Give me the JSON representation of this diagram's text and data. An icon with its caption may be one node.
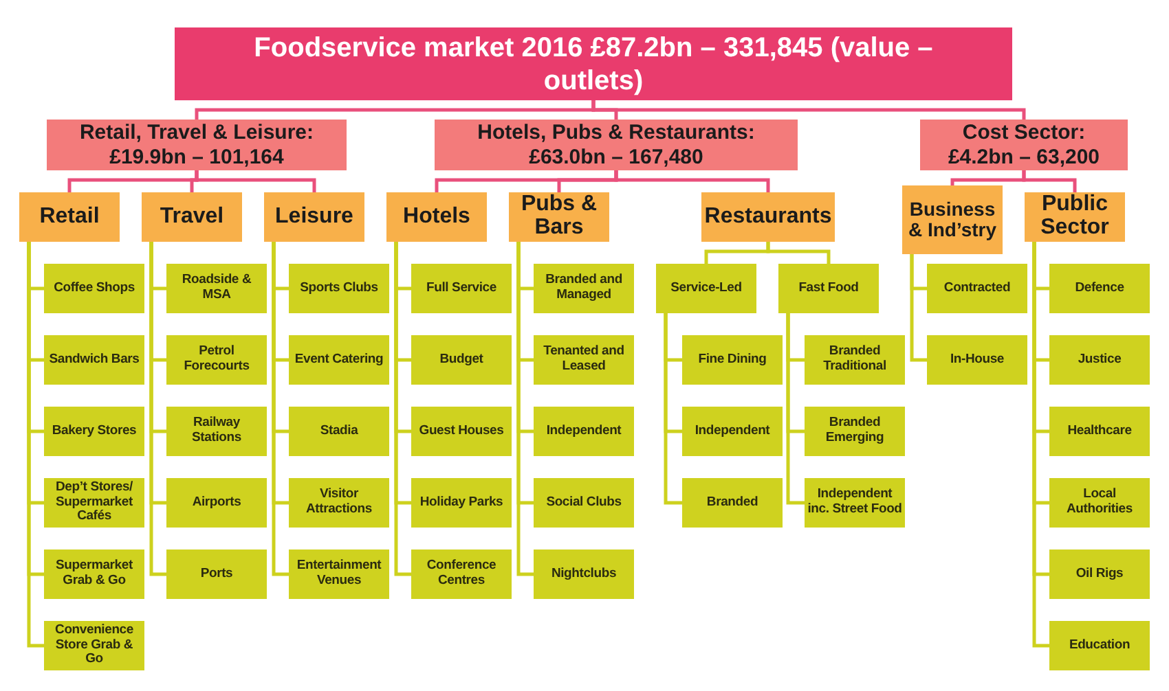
{
  "diagram": {
    "nodes": [
      {
        "text": [
          "Foodservice market 2016 £87.2bn – 331,845 (value – outlets)"
        ]
      },
      {
        "text": [
          "Retail, Travel & Leisure: £19.9bn – 101,164"
        ]
      },
      {
        "text": [
          "Hotels, Pubs & Restaurants: £63.0bn – 167,480"
        ]
      },
      {
        "text": [
          "Cost Sector: £4.2bn – 63,200"
        ]
      },
      {
        "text": [
          "Retail"
        ]
      },
      {
        "text": [
          "Travel"
        ]
      },
      {
        "text": [
          "Leisure"
        ]
      },
      {
        "text": [
          "Hotels"
        ]
      },
      {
        "text": [
          "Pubs & Bars"
        ]
      },
      {
        "text": [
          "Restaurants"
        ]
      },
      {
        "text": [
          "Business & Ind’stry"
        ]
      },
      {
        "text": [
          "Public Sector"
        ]
      },
      {
        "text": [
          "Coffee Shops"
        ]
      },
      {
        "text": [
          "Sandwich Bars"
        ]
      },
      {
        "text": [
          "Bakery Stores"
        ]
      },
      {
        "text": [
          "Dep’t Stores/ Supermarket Cafés"
        ]
      },
      {
        "text": [
          "Supermarket Grab & Go"
        ]
      },
      {
        "text": [
          "Convenience Store Grab & Go"
        ]
      },
      {
        "text": [
          "Roadside & MSA"
        ]
      },
      {
        "text": [
          "Petrol Forecourts"
        ]
      },
      {
        "text": [
          "Railway Stations"
        ]
      },
      {
        "text": [
          "Airports"
        ]
      },
      {
        "text": [
          "Ports"
        ]
      },
      {
        "text": [
          "Sports Clubs"
        ]
      },
      {
        "text": [
          "Event Catering"
        ]
      },
      {
        "text": [
          "Stadia"
        ]
      },
      {
        "text": [
          "Visitor Attractions"
        ]
      },
      {
        "text": [
          "Entertainment Venues"
        ]
      },
      {
        "text": [
          "Full Service"
        ]
      },
      {
        "text": [
          "Budget"
        ]
      },
      {
        "text": [
          "Guest Houses"
        ]
      },
      {
        "text": [
          "Holiday Parks"
        ]
      },
      {
        "text": [
          "Conference Centres"
        ]
      },
      {
        "text": [
          "Branded and Managed"
        ]
      },
      {
        "text": [
          "Tenanted and Leased"
        ]
      },
      {
        "text": [
          "Independent"
        ]
      },
      {
        "text": [
          "Social Clubs"
        ]
      },
      {
        "text": [
          "Nightclubs"
        ]
      },
      {
        "text": [
          "Service-Led"
        ]
      },
      {
        "text": [
          "Fast Food"
        ]
      },
      {
        "text": [
          "Fine Dining"
        ]
      },
      {
        "text": [
          "Independent"
        ]
      },
      {
        "text": [
          "Branded"
        ]
      },
      {
        "text": [
          "Branded Traditional"
        ]
      },
      {
        "text": [
          "Branded Emerging"
        ]
      },
      {
        "text": [
          "Independent inc. Street Food"
        ]
      },
      {
        "text": [
          "Contracted"
        ]
      },
      {
        "text": [
          "In-House"
        ]
      },
      {
        "text": [
          "Defence"
        ]
      },
      {
        "text": [
          "Justice"
        ]
      },
      {
        "text": [
          "Healthcare"
        ]
      },
      {
        "text": [
          "Local Authorities"
        ]
      },
      {
        "text": [
          "Oil Rigs"
        ]
      },
      {
        "text": [
          "Education"
        ]
      }
    ],
    "edges": [
      {
        "from": 0,
        "to": 1,
        "arrow": "none",
        "color": "#e9507c"
      },
      {
        "from": 0,
        "to": 2,
        "arrow": "none",
        "color": "#e9507c"
      },
      {
        "from": 0,
        "to": 3,
        "arrow": "none",
        "color": "#e9507c"
      },
      {
        "from": 1,
        "to": 4,
        "arrow": "none",
        "color": "#e9507c"
      },
      {
        "from": 1,
        "to": 5,
        "arrow": "none",
        "color": "#e9507c"
      },
      {
        "from": 1,
        "to": 6,
        "arrow": "none",
        "color": "#e9507c"
      },
      {
        "from": 2,
        "to": 7,
        "arrow": "none",
        "color": "#e9507c"
      },
      {
        "from": 2,
        "to": 8,
        "arrow": "none",
        "color": "#e9507c"
      },
      {
        "from": 2,
        "to": 9,
        "arrow": "none",
        "color": "#e9507c"
      },
      {
        "from": 3,
        "to": 10,
        "arrow": "none",
        "color": "#e9507c"
      },
      {
        "from": 3,
        "to": 11,
        "arrow": "none",
        "color": "#e9507c"
      },
      {
        "from": 4,
        "to": 12,
        "arrow": "none"
      },
      {
        "from": 4,
        "to": 13,
        "arrow": "none"
      },
      {
        "from": 4,
        "to": 14,
        "arrow": "none"
      },
      {
        "from": 4,
        "to": 15,
        "arrow": "none"
      },
      {
        "from": 4,
        "to": 16,
        "arrow": "none"
      },
      {
        "from": 4,
        "to": 17,
        "arrow": "none"
      },
      {
        "from": 5,
        "to": 18,
        "arrow": "none"
      },
      {
        "from": 5,
        "to": 19,
        "arrow": "none"
      },
      {
        "from": 5,
        "to": 20,
        "arrow": "none"
      },
      {
        "from": 5,
        "to": 21,
        "arrow": "none"
      },
      {
        "from": 5,
        "to": 22,
        "arrow": "none"
      },
      {
        "from": 6,
        "to": 23,
        "arrow": "none"
      },
      {
        "from": 6,
        "to": 24,
        "arrow": "none"
      },
      {
        "from": 6,
        "to": 25,
        "arrow": "none"
      },
      {
        "from": 6,
        "to": 26,
        "arrow": "none"
      },
      {
        "from": 6,
        "to": 27,
        "arrow": "none"
      },
      {
        "from": 7,
        "to": 28,
        "arrow": "none"
      },
      {
        "from": 7,
        "to": 29,
        "arrow": "none"
      },
      {
        "from": 7,
        "to": 30,
        "arrow": "none"
      },
      {
        "from": 7,
        "to": 31,
        "arrow": "none"
      },
      {
        "from": 7,
        "to": 32,
        "arrow": "none"
      },
      {
        "from": 8,
        "to": 33,
        "arrow": "none"
      },
      {
        "from": 8,
        "to": 34,
        "arrow": "none"
      },
      {
        "from": 8,
        "to": 35,
        "arrow": "none"
      },
      {
        "from": 8,
        "to": 36,
        "arrow": "none"
      },
      {
        "from": 8,
        "to": 37,
        "arrow": "none"
      },
      {
        "from": 9,
        "to": 38,
        "arrow": "none"
      },
      {
        "from": 9,
        "to": 39,
        "arrow": "none"
      },
      {
        "from": 38,
        "to": 40,
        "arrow": "none"
      },
      {
        "from": 38,
        "to": 41,
        "arrow": "none"
      },
      {
        "from": 38,
        "to": 42,
        "arrow": "none"
      },
      {
        "from": 39,
        "to": 43,
        "arrow": "none"
      },
      {
        "from": 39,
        "to": 44,
        "arrow": "none"
      },
      {
        "from": 39,
        "to": 45,
        "arrow": "none"
      },
      {
        "from": 10,
        "to": 46,
        "arrow": "none"
      },
      {
        "from": 10,
        "to": 47,
        "arrow": "none"
      },
      {
        "from": 11,
        "to": 48,
        "arrow": "none"
      },
      {
        "from": 11,
        "to": 49,
        "arrow": "none"
      },
      {
        "from": 11,
        "to": 50,
        "arrow": "none"
      },
      {
        "from": 11,
        "to": 51,
        "arrow": "none"
      },
      {
        "from": 11,
        "to": 52,
        "arrow": "none"
      },
      {
        "from": 11,
        "to": 53,
        "arrow": "none"
      }
    ]
  }
}
